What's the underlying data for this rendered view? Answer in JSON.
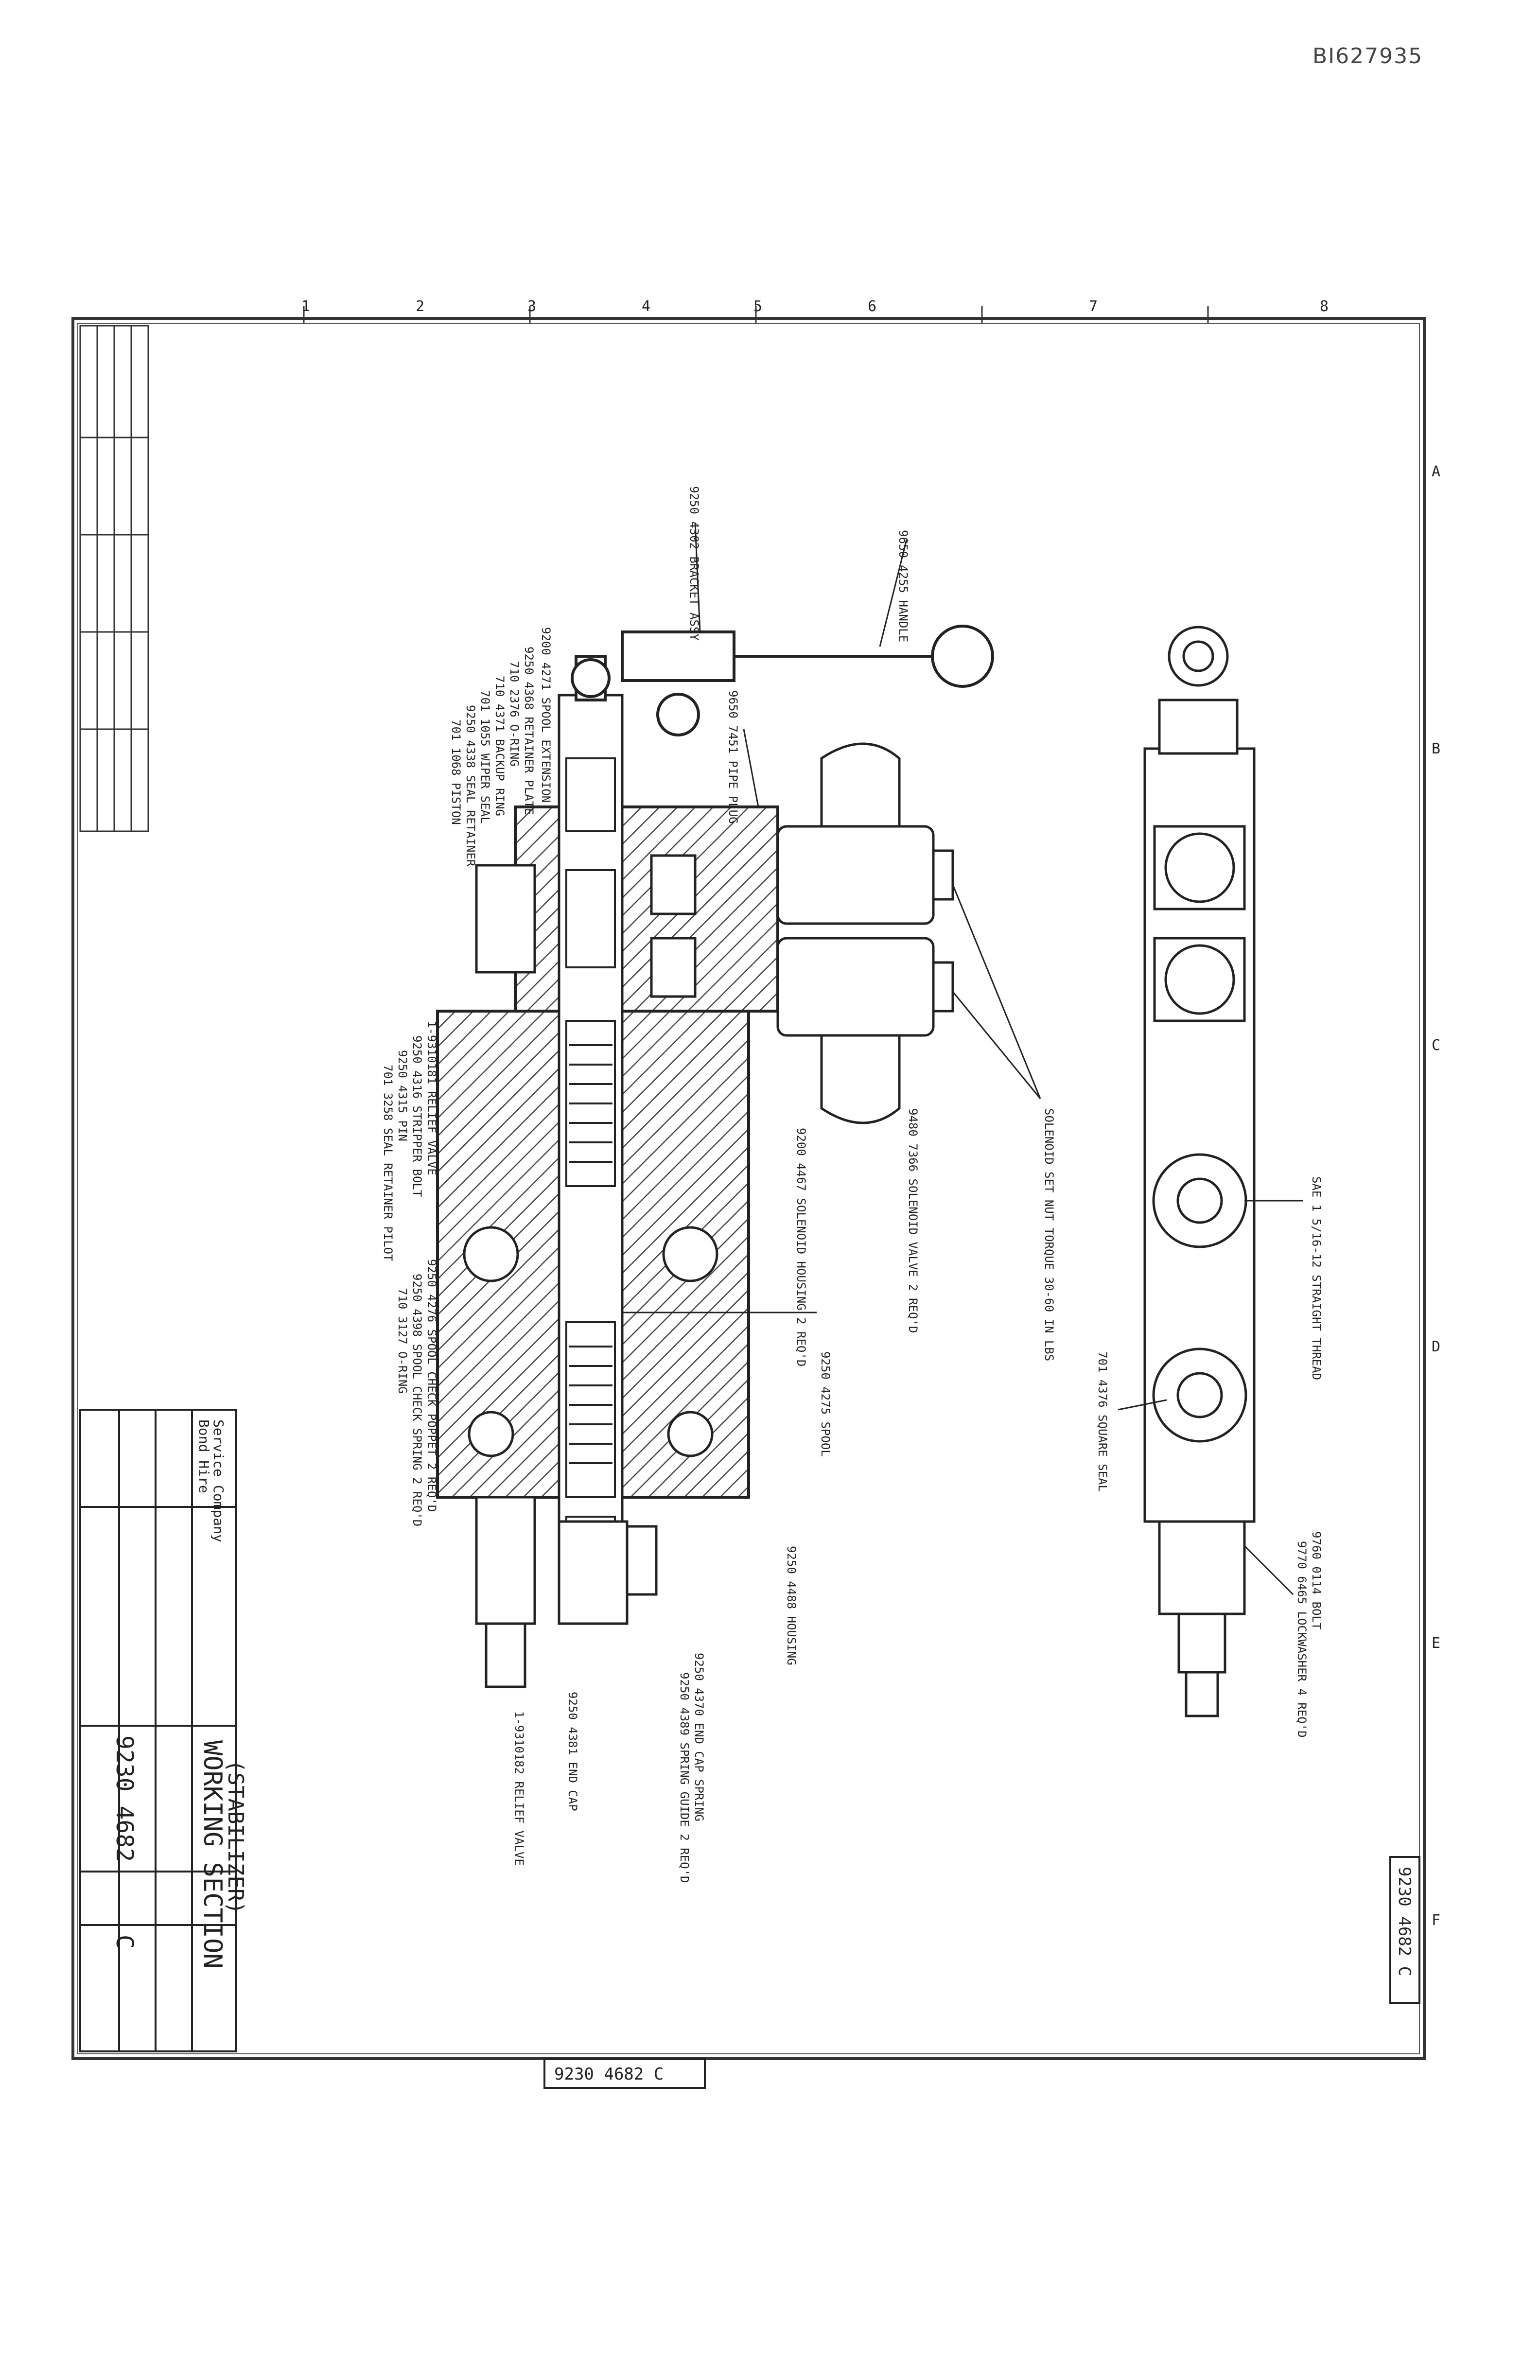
{
  "page_id": "BI627935",
  "drawing": {
    "title_line1": "WORKING SECTION",
    "title_line2": "(STABILIZER)",
    "drawing_number": "9230 4682",
    "revision": "C",
    "margin_drawing_number": "9230 4682 C",
    "company_name_1": "Bond Hire",
    "company_name_2": "Service Company",
    "border_columns": [
      "1",
      "2",
      "3",
      "4",
      "5",
      "6",
      "7",
      "8"
    ],
    "border_rows": [
      "A",
      "B",
      "C",
      "D",
      "E",
      "F"
    ]
  },
  "labels": {
    "handle": "9650 4255 HANDLE",
    "bracket": "9250 4302 BRACKET ASSY",
    "pipe_plug": "9650 7451 PIPE PLUG",
    "spool_ext": "9200 4271 SPOOL EXTENSION",
    "retainer_plate": "9250 4368 RETAINER PLATE",
    "oring_1": "710 2376 O-RING",
    "backup_ring": "710 4371 BACKUP RING",
    "wiper": "701 1055 WIPER SEAL",
    "seal_retainer": "9250 4338 SEAL RETAINER",
    "piston": "701 1068 PISTON",
    "solenoid_valve": "9480 7366 SOLENOID VALVE 2 REQ'D",
    "solenoid_nut": "SOLENOID SET NUT TORQUE 30-60 IN LBS",
    "solenoid_housing": "9200 4467 SOLENOID HOUSING 2 REQ'D",
    "relief_valve_left": "1-9310181 RELIEF VALVE",
    "stripper_bolt": "9250 4316 STRIPPER BOLT",
    "pin": "9250 4315 PIN",
    "seal_retainer_pilot": "701 3258 SEAL RETAINER PILOT",
    "spool": "9250 4275 SPOOL",
    "spool_check_poppet": "9250 4276 SPOOL CHECK POPPET 2 REQ'D",
    "spool_check_spring": "9250 4398 SPOOL CHECK SPRING 2 REQ'D",
    "oring_2": "710 3127 O-RING",
    "housing": "9250 4488 HOUSING",
    "end_cap_spring": "9250 4370 END CAP SPRING",
    "spring_guide": "9250 4389 SPRING GUIDE 2 REQ'D",
    "end_cap": "9250 4381 END CAP",
    "relief_valve_right": "1-9310182 RELIEF VALVE",
    "sae_port": "SAE 1 5/16-12 STRAIGHT THREAD",
    "square_seal": "701 4376 SQUARE SEAL",
    "bolt": "9760 0114 BOLT",
    "lockwasher": "9770 6465 LOCKWASHER 4 REQ'D"
  }
}
